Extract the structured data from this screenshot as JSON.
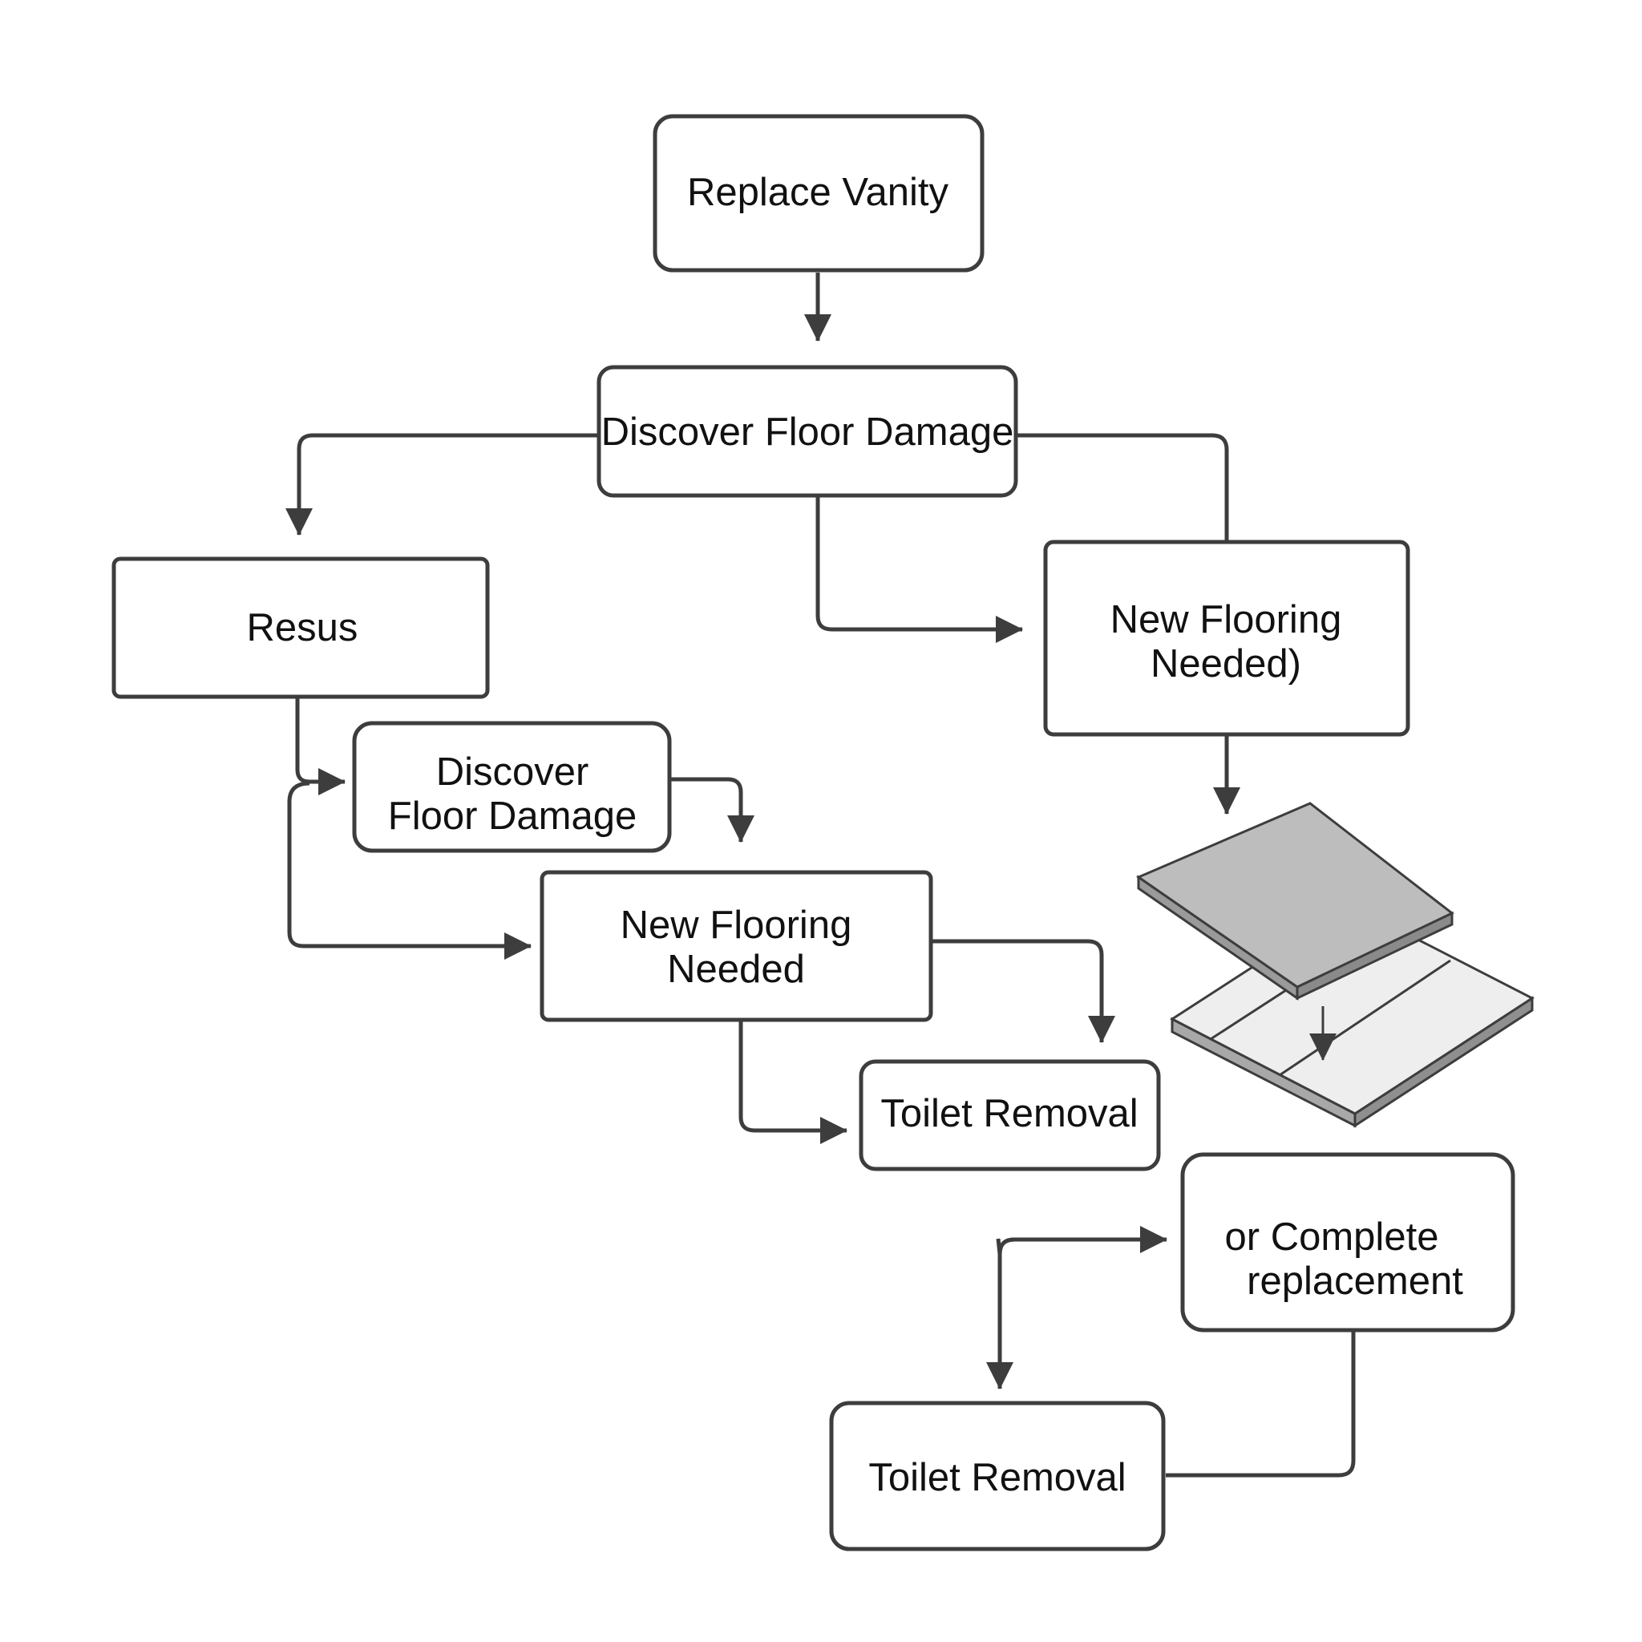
{
  "nodes": {
    "replace_vanity": {
      "lines": [
        "Replace Vanity"
      ]
    },
    "discover_floor_damage_top": {
      "lines": [
        "Discover Floor Damage"
      ]
    },
    "resus": {
      "lines": [
        "Resus"
      ]
    },
    "new_flooring_needed_right": {
      "lines": [
        "New Flooring",
        "Needed)"
      ]
    },
    "discover_floor_damage_mid": {
      "lines": [
        "Discover",
        "Floor Damage"
      ]
    },
    "new_flooring_needed_mid": {
      "lines": [
        "New Flooring",
        "Needed"
      ]
    },
    "toilet_removal_mid": {
      "lines": [
        "Toilet Removal"
      ]
    },
    "or_complete_replacement": {
      "lines": [
        "or Complete",
        "replacement"
      ]
    },
    "toilet_removal_bottom": {
      "lines": [
        "Toilet Removal"
      ]
    }
  },
  "colors": {
    "stroke": "#3d3d3d",
    "text": "#111111",
    "tile_top": "#bdbdbd",
    "tile_side": "#9a9a9a",
    "board_top": "#eeeeee",
    "board_side": "#a8a8a8"
  },
  "illustration": {
    "icon": "flooring-tile-illustration"
  }
}
